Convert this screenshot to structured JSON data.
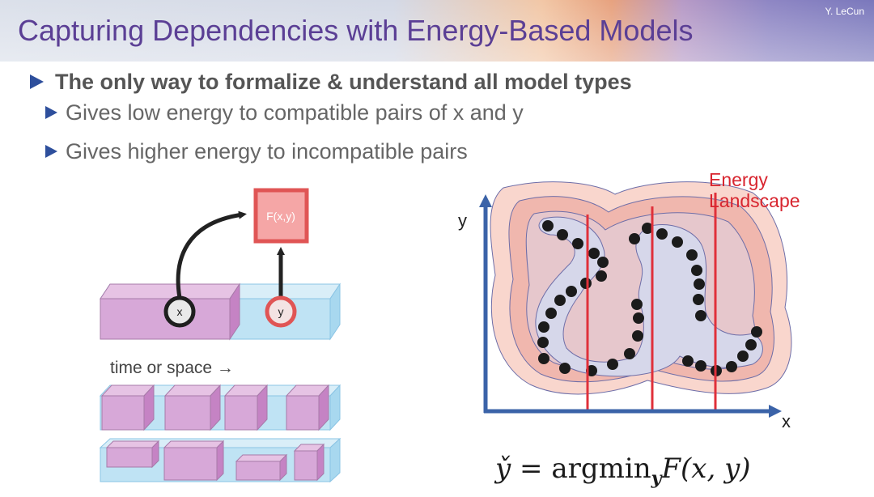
{
  "slide": {
    "title": "Capturing Dependencies with Energy-Based Models",
    "author": "Y. LeCun"
  },
  "bullets": [
    {
      "text": "The only way to formalize & understand all model types",
      "level": 1,
      "bold": true
    },
    {
      "text": "Gives low energy to compatible pairs of x and y",
      "level": 2,
      "bold": false
    },
    {
      "text": "Gives higher energy to incompatible pairs",
      "level": 2,
      "bold": false
    }
  ],
  "left_diagram": {
    "function_label": "F(x,y)",
    "x_label": "x",
    "y_label": "y",
    "axis_caption": "time or space →"
  },
  "right_diagram": {
    "annotation": "Energy\nLandscape",
    "annotation_line1": "Energy",
    "annotation_line2": "Landscape",
    "y_axis_label": "y",
    "x_axis_label": "x",
    "formula_y": "y̌",
    "formula_eq": " = argmin",
    "formula_sub": "y",
    "formula_rest": "F(x, y)"
  },
  "colors": {
    "title": "#5b3f95",
    "bullet_marker": "#2e4f9c",
    "function_box": "#e05555",
    "data_block": "#d7a8d8",
    "sequence_band": "#bfe3f4",
    "axis": "#3b63a8",
    "landscape_outer": "#f9d6cd",
    "constraint_line": "#e0303a",
    "sample_dot": "#1b1b1b"
  }
}
